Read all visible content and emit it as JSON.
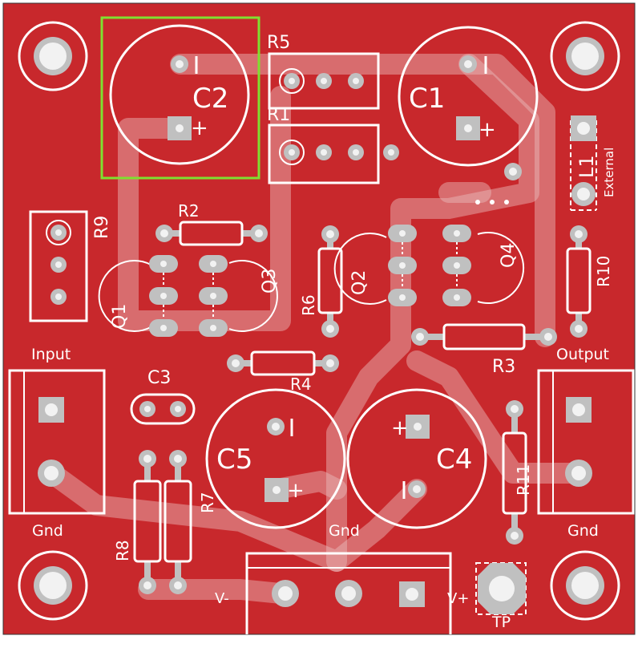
{
  "colors": {
    "board": "#c8282c",
    "silkscreen": "#ffffff",
    "pad": "#c0c0c0",
    "selection": "#7fe030",
    "trace": "#e8b4b4"
  },
  "components": {
    "C1": "C1",
    "C2": "C2",
    "C3": "C3",
    "C4": "C4",
    "C5": "C5",
    "R1": "R1",
    "R2": "R2",
    "R3": "R3",
    "R4": "R4",
    "R5": "R5",
    "R6": "R6",
    "R7": "R7",
    "R8": "R8",
    "R9": "R9",
    "R10": "R10",
    "R11": "R11",
    "Q1": "Q1",
    "Q2": "Q2",
    "Q3": "Q3",
    "Q4": "Q4",
    "L1": "L1"
  },
  "labels": {
    "input": "Input",
    "output": "Output",
    "gnd_left": "Gnd",
    "gnd_center": "Gnd",
    "gnd_right": "Gnd",
    "external": "External",
    "v_minus": "V-",
    "v_plus": "V+",
    "tp": "TP",
    "plus": "+",
    "minus": "I"
  }
}
